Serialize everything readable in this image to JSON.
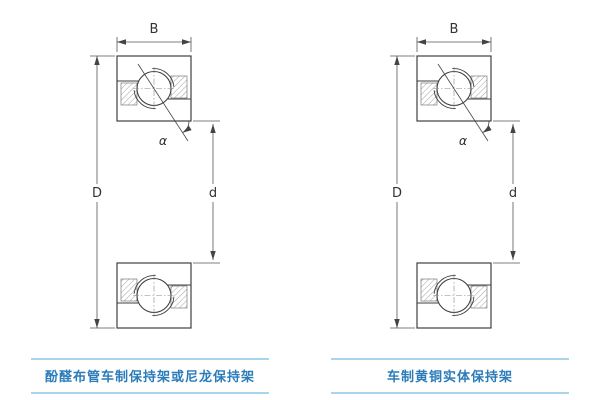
{
  "figures": [
    {
      "caption": "酚醛布管车制保持架或尼龙保持架",
      "dims": {
        "width": "B",
        "outer_diameter": "D",
        "bore_diameter": "d",
        "contact_angle": "α"
      }
    },
    {
      "caption": "车制黄铜实体保持架",
      "dims": {
        "width": "B",
        "outer_diameter": "D",
        "bore_diameter": "d",
        "contact_angle": "α"
      }
    }
  ],
  "colors": {
    "caption_text": "#2b7cb9",
    "caption_rule": "#a9d6ec",
    "drawing_line": "#3f3f3f",
    "dimension_line": "#555555"
  }
}
